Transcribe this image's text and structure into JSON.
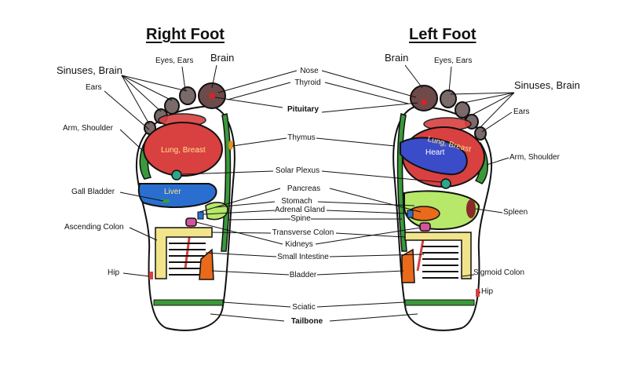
{
  "titles": {
    "right": "Right Foot",
    "left": "Left Foot"
  },
  "right_foot": {
    "eyes_ears": "Eyes, Ears",
    "brain": "Brain",
    "sinuses_brain": "Sinuses, Brain",
    "ears": "Ears",
    "arm_shoulder": "Arm, Shoulder",
    "gall_bladder": "Gall Bladder",
    "ascending_colon": "Ascending Colon",
    "hip": "Hip",
    "lung_breast": "Lung, Breast",
    "liver": "Liver"
  },
  "center": {
    "nose": "Nose",
    "thyroid": "Thyroid",
    "pituitary": "Pituitary",
    "thymus": "Thymus",
    "solar_plexus": "Solar Plexus",
    "pancreas": "Pancreas",
    "stomach": "Stomach",
    "adrenal_gland": "Adrenal Gland",
    "spine": "Spine",
    "transverse_colon": "Transverse Colon",
    "kidneys": "Kidneys",
    "small_intestine": "Small Intestine",
    "bladder": "Bladder",
    "sciatic": "Sciatic",
    "tailbone": "Tailbone"
  },
  "left_foot": {
    "brain": "Brain",
    "eyes_ears": "Eyes, Ears",
    "sinuses_brain": "Sinuses, Brain",
    "ears": "Ears",
    "arm_shoulder": "Arm, Shoulder",
    "spleen": "Spleen",
    "sigmoid_colon": "Sigmoid Colon",
    "hip": "Hip",
    "lung_breast": "Lung, Breast",
    "heart": "Heart"
  },
  "colors": {
    "outline": "#111111",
    "lung": "#d94040",
    "liver": "#2a6fd0",
    "heart": "#3a4cc8",
    "green": "#3a9a3a",
    "orange": "#e86a1a",
    "pink": "#d2559a",
    "yellow": "#f1e48a",
    "light_green": "#b7e86a",
    "toe": "#7a6a6a",
    "brain_toe": "#6e4a4a",
    "red_dot": "#e02020"
  }
}
